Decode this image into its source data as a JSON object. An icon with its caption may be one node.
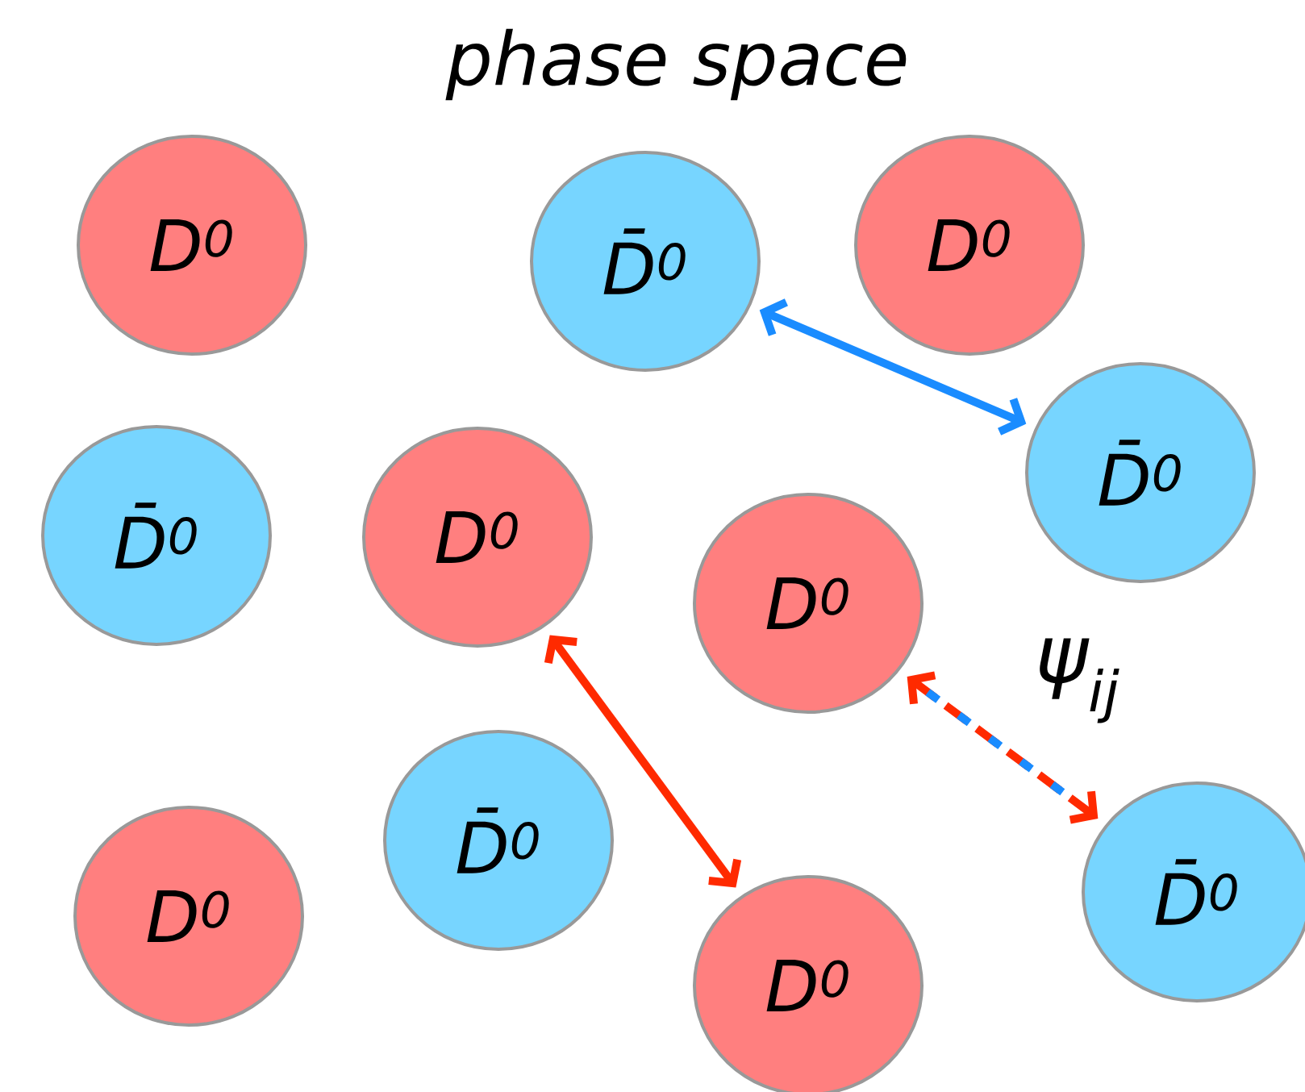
{
  "diagram": {
    "title": "phase space",
    "nodes": [
      {
        "text": [
          "D$^{0}$"
        ]
      },
      {
        "text": [
          "D̄$^{0}$"
        ]
      },
      {
        "text": [
          "D$^{0}$"
        ]
      },
      {
        "text": [
          "D̄$^{0}$"
        ]
      },
      {
        "text": [
          "D$^{0}$"
        ]
      },
      {
        "text": [
          "D̄$^{0}$"
        ]
      },
      {
        "text": [
          "D$^{0}$"
        ]
      },
      {
        "text": [
          "D̄$^{0}$"
        ]
      },
      {
        "text": [
          "D$^{0}$"
        ]
      },
      {
        "text": [
          "D$^{0}$"
        ]
      },
      {
        "text": [
          "D̄$^{0}$"
        ]
      }
    ],
    "edges": [
      {
        "from": 1,
        "to": 5,
        "arrow": "both",
        "color": "#1a8cff"
      },
      {
        "from": 4,
        "to": 9,
        "arrow": "both",
        "color": "#ff2a00"
      },
      {
        "from": 6,
        "to": 10,
        "arrow": "both",
        "label": "ψ$_{ij}$",
        "style": "dashed",
        "color": "#ff2a00"
      }
    ]
  }
}
